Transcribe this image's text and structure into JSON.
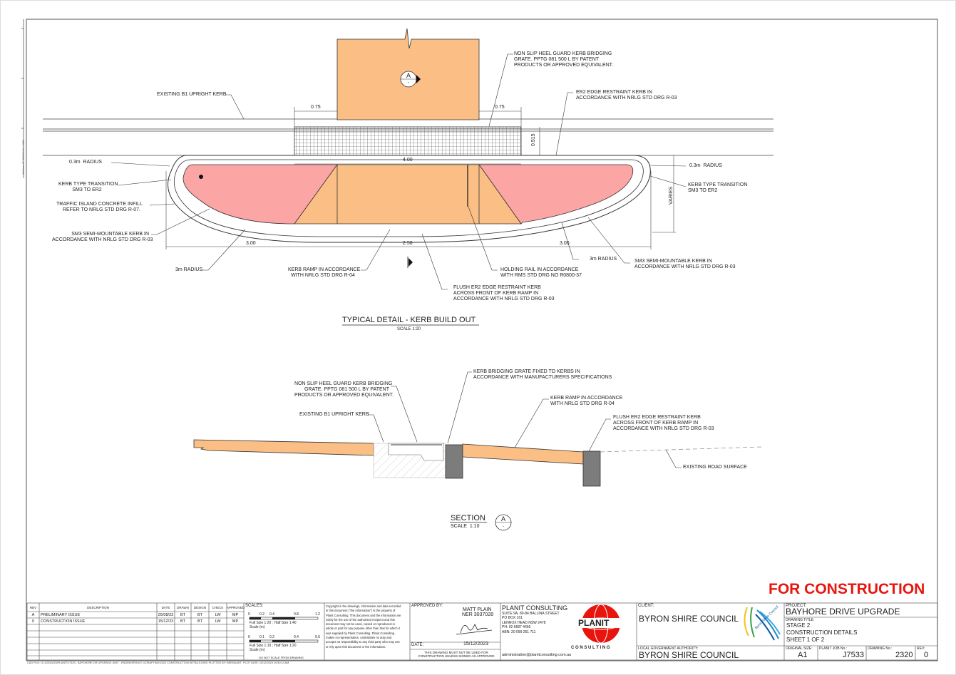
{
  "detail1": {
    "title": "TYPICAL DETAIL - KERB BUILD OUT",
    "scale": "SCALE 1:20",
    "section_tag": "A",
    "section_tag_sub": "-",
    "dims": {
      "d075_left": "0.75",
      "d075_right": "0.75",
      "d0515": "0.515",
      "d400": "4.00",
      "d300_left": "3.00",
      "d250": "2.50",
      "d300_right": "3.00",
      "varies": "VARIES"
    },
    "labels": {
      "grate": "NON SLIP HEEL GUARD KERB BRIDGING\nGRATE. PPTG 081 500 L BY PATENT\nPRODUCTS OR APPROVED EQUIVALENT.",
      "existing_b1": "EXISTING B1 UPRIGHT KERB",
      "er2_edge": "ER2 EDGE RESTRAINT KERB IN\nACCORDANCE WITH NRLG STD DRG R-03",
      "radius_left": "0.3m  RADIUS",
      "radius_right": "0.3m  RADIUS",
      "transition_left": "KERB TYPE TRANSITION\nSM3 TO ER2",
      "transition_right": "KERB TYPE TRANSITION\nSM3 TO ER2",
      "traffic_island": "TRAFFIC ISLAND CONCRETE INFILL\nREFER TO NRLG STD DRG R-07.",
      "sm3_left": "SM3 SEMI-MOUNTABLE KERB IN\nACCORDANCE WITH NRLG STD DRG R-03",
      "sm3_right": "SM3 SEMI-MOUNTABLE KERB IN\nACCORDANCE WITH NRLG STD DRG R-03",
      "radius3_left": "3m RADIUS",
      "radius3_right": "3m RADIUS",
      "kerb_ramp": "KERB RAMP IN ACCORDANCE\nWITH NRLG STD DRG R-04",
      "holding_rail": "HOLDING RAIL IN ACCORDANCE\nWITH RMS STD DRG NO R0800-37",
      "flush_er2": "FLUSH ER2 EDGE RESTRAINT KERB\nACROSS FRONT OF KERB RAMP IN\nACCORDANCE WITH NRLG STD DRG R-03"
    }
  },
  "section": {
    "title": "SECTION",
    "scale": "SCALE  1:10",
    "tag": "A",
    "tag_sub": "-",
    "labels": {
      "grate": "NON SLIP HEEL GUARD KERB BRIDGING\nGRATE. PPTG 081 500 L BY PATENT\nPRODUCTS OR APPROVED EQUIVALENT.",
      "existing_b1": "EXISTING B1 UPRIGHT KERB",
      "grate_fixed": "KERB BRIDGING GRATE FIXED TO KERBS IN\nACCORDANCE WITH MANUFACTURERS SPECIFICATIONS",
      "kerb_ramp": "KERB RAMP IN ACCORDANCE\nWITH NRLG STD DRG R-04",
      "flush_er2": "FLUSH ER2 EDGE RESTRAINT KERB\nACROSS FRONT OF KERB RAMP IN\nACCORDANCE WITH NRLG STD DRG R-03",
      "road": "EXISTING ROAD SURFACE"
    }
  },
  "stamp": "FOR CONSTRUCTION",
  "side_note": "100mm AT ORIGINAL SIZE",
  "revisions": {
    "headers": [
      "REV",
      "DESCRIPTION",
      "DATE",
      "DRAWN",
      "DESIGN",
      "CHECK",
      "APPROVED"
    ],
    "rows": [
      [
        "A",
        "PRELIMINARY ISSUE",
        "25/08/23",
        "BT",
        "BT",
        "LW",
        "MP"
      ],
      [
        "0",
        "CONSTRUCTION ISSUE",
        "15/12/23",
        "BT",
        "BT",
        "LW",
        "MP"
      ]
    ]
  },
  "scales": {
    "title": "SCALES:",
    "bar1_ticks": [
      "0",
      "0.2",
      "0.4",
      "0.8",
      "1.2"
    ],
    "bar1_text": "Full Size 1:20 ; Half Size 1:40\nScale (m)",
    "bar2_ticks": [
      "0",
      "0.1",
      "0.2",
      "0.4",
      "0.6"
    ],
    "bar2_text": "Full Size 1:10 ; Half Size 1:20\nScale (m)",
    "note": "DO NOT SCALE FROM DRAWING"
  },
  "copyright": "Copyright in the drawings, information and data recorded\nin this document (\"the information\") is the property of\nPlanit Consulting. This document and the information are\nsolely for the use of the authorised recipient and this\ndocument may not be used, copied or reproduced in\nwhole or part for any purpose other than that for which it\nwas supplied by Planit Consulting. Planit Consulting\nmakes no representation, undertakes no duty and\naccepts no responsibility to any third party who may use\nor rely upon this document or the information.",
  "approval": {
    "label": "APPROVED BY:",
    "name": "MATT PLAIN",
    "ner": "NER 3037028",
    "date_label": "DATE:",
    "date": "15/12/2023",
    "note": "THIS DRAWING MUST NOT BE USED FOR\nCONSTRUCTION UNLESS SIGNED AS APPROVED"
  },
  "company": {
    "name": "PLANIT CONSULTING",
    "address": "SUITE 9A, 80-84 BALLINA STREET\nPO BOX 161\nLENNOX HEAD NSW 2478\nPH: 02 6687 4666\nABN: 20 099 261 711",
    "email": "administration@planitconsulting.com.au",
    "logo_word": "PLANIT",
    "logo_sub": "C O N S U L T I N G"
  },
  "client": {
    "label": "CLIENT:",
    "name": "BYRON SHIRE COUNCIL",
    "lga_label": "LOCAL GOVERNMENT AUTHORITY:",
    "lga": "BYRON SHIRE COUNCIL",
    "logo_text": "Byron Shire Council"
  },
  "project": {
    "label": "PROJECT:",
    "name": "BAYHORE DRIVE UPGRADE",
    "drawing_title_label": "DRAWING TITLE:",
    "drawing_title": "STAGE 2\nCONSTRUCTION DETAILS\nSHEET 1 OF 2",
    "original_size_label": "ORIGINAL SIZE:",
    "original_size": "A1",
    "job_label": "PLANIT JOB No.:",
    "job": "J7533",
    "drawing_no_label": "DRAWING No.:",
    "drawing_no": "2320",
    "rev_label": "REV:",
    "rev": "0"
  },
  "cad_file": "CAD FILE: G:\\12D\\DATA\\PLANIT\\J7533 - BAYSHORE DR UPGRADE_6067 - ENGINEERING\\7.4 DRAFTING\\2320 CONSTRUCTION DETAILS.DWG PLOTTED BY: BRENDANT  PLOT DATE: 15/12/2023 10:50:14 AM",
  "colors": {
    "ramp_orange": "#fbbf85",
    "island_pink": "#fca5a5",
    "stamp_red": "#e8150e",
    "kerb_grey": "#7c7c7c"
  }
}
